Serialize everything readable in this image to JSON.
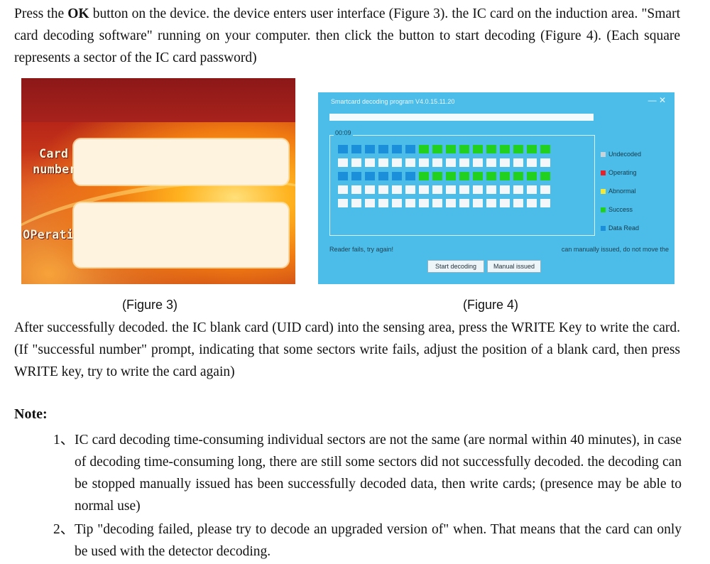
{
  "intro": {
    "before_bold": "Press the ",
    "bold": "OK",
    "after_bold": " button on the device. the device enters user interface (Figure 3). the IC card on the induction area. \"Smart card decoding software\" running on your computer. then click the button to start decoding (Figure 4). (Each square represents a sector of the IC card password)"
  },
  "figure3": {
    "caption": "(Figure 3)",
    "card_label_line1": "Card",
    "card_label_line2": "number",
    "operation_label": "OPeration"
  },
  "figure4": {
    "caption": "(Figure 4)",
    "window_title": "Smartcard decoding program V4.0.15.11.20",
    "window_controls": "—  ✕",
    "timer": "00:09",
    "status_left": "Reader fails, try again!",
    "status_right": "can manually issued, do not move the",
    "start_button": "Start decoding",
    "manual_button": "Manual issued",
    "legend": [
      {
        "label": "Undecoded",
        "color": "#c9d3da"
      },
      {
        "label": "Operating",
        "color": "#e8202a"
      },
      {
        "label": "Abnormal",
        "color": "#f2e83a"
      },
      {
        "label": "Success",
        "color": "#22d11f"
      },
      {
        "label": "Data Read",
        "color": "#1b8fd9"
      }
    ],
    "sector_rows": [
      [
        "read",
        "read",
        "read",
        "read",
        "read",
        "read",
        "success",
        "success",
        "success",
        "success",
        "success",
        "success",
        "success",
        "success",
        "success",
        "success"
      ],
      [
        "undecoded",
        "undecoded",
        "undecoded",
        "undecoded",
        "undecoded",
        "undecoded",
        "undecoded",
        "undecoded",
        "undecoded",
        "undecoded",
        "undecoded",
        "undecoded",
        "undecoded",
        "undecoded",
        "undecoded",
        "undecoded"
      ],
      [
        "read",
        "read",
        "read",
        "read",
        "read",
        "read",
        "success",
        "success",
        "success",
        "success",
        "success",
        "success",
        "success",
        "success",
        "success",
        "success"
      ],
      [
        "undecoded",
        "undecoded",
        "undecoded",
        "undecoded",
        "undecoded",
        "undecoded",
        "undecoded",
        "undecoded",
        "undecoded",
        "undecoded",
        "undecoded",
        "undecoded",
        "undecoded",
        "undecoded",
        "undecoded",
        "undecoded"
      ],
      [
        "undecoded",
        "undecoded",
        "undecoded",
        "undecoded",
        "undecoded",
        "undecoded",
        "undecoded",
        "undecoded",
        "undecoded",
        "undecoded",
        "undecoded",
        "undecoded",
        "undecoded",
        "undecoded",
        "undecoded",
        "undecoded"
      ]
    ],
    "sector_colors": {
      "read": "#1b8fd9",
      "success": "#22d11f",
      "undecoded": "#f4f7f9"
    }
  },
  "after_text": "After successfully decoded. the IC blank card (UID card) into the sensing area, press the WRITE Key to write the card. (If \"successful number\" prompt, indicating that some sectors write fails, adjust the position of a blank card, then press WRITE key, try to write the card again)",
  "note": {
    "heading": "Note:",
    "items": [
      {
        "num": "1、",
        "text": "IC card decoding time-consuming individual sectors are not the same (are normal within 40 minutes), in case of decoding time-consuming long, there are still some sectors did not successfully decoded. the decoding can be stopped manually issued has been successfully decoded data, then write cards; (presence may be able to normal use)"
      },
      {
        "num": "2、",
        "text": "Tip \"decoding failed, please try to decode an upgraded version of\" when. That means that the card can only be used with the detector decoding."
      }
    ]
  }
}
